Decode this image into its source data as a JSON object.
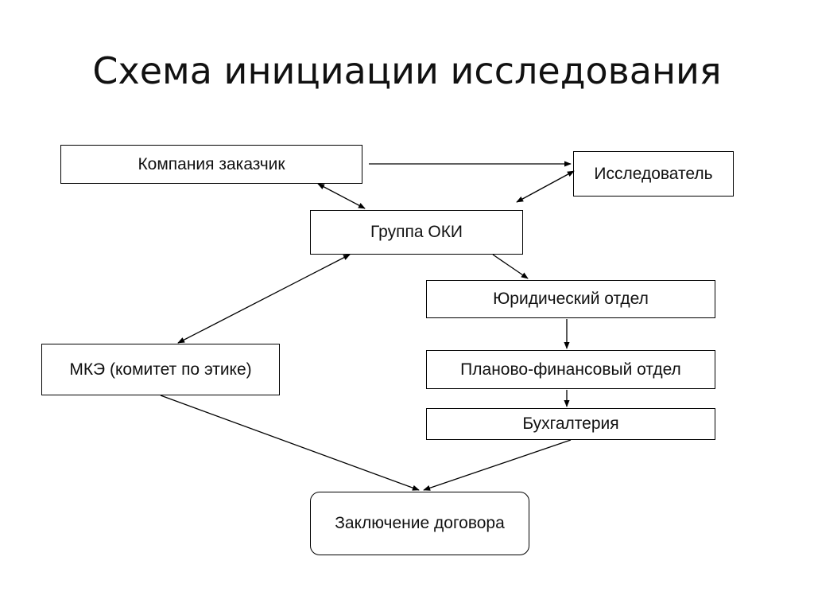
{
  "title": "Схема инициации исследования",
  "nodes": {
    "customer": "Компания заказчик",
    "researcher": "Исследователь",
    "oki": "Группа ОКИ",
    "legal": "Юридический отдел",
    "ethics": "МКЭ (комитет по этике)",
    "finance": "Планово-финансовый отдел",
    "accounting": "Бухгалтерия",
    "contract": "Заключение договора"
  },
  "edges": [
    {
      "from": "customer",
      "to": "researcher",
      "direction": "forward"
    },
    {
      "from": "customer",
      "to": "oki",
      "direction": "both"
    },
    {
      "from": "researcher",
      "to": "oki",
      "direction": "both"
    },
    {
      "from": "oki",
      "to": "legal",
      "direction": "forward"
    },
    {
      "from": "oki",
      "to": "ethics",
      "direction": "both"
    },
    {
      "from": "legal",
      "to": "finance",
      "direction": "forward"
    },
    {
      "from": "finance",
      "to": "accounting",
      "direction": "forward"
    },
    {
      "from": "ethics",
      "to": "contract",
      "direction": "forward"
    },
    {
      "from": "accounting",
      "to": "contract",
      "direction": "forward"
    }
  ],
  "colors": {
    "line": "#000000",
    "text": "#111111",
    "background": "#ffffff"
  }
}
